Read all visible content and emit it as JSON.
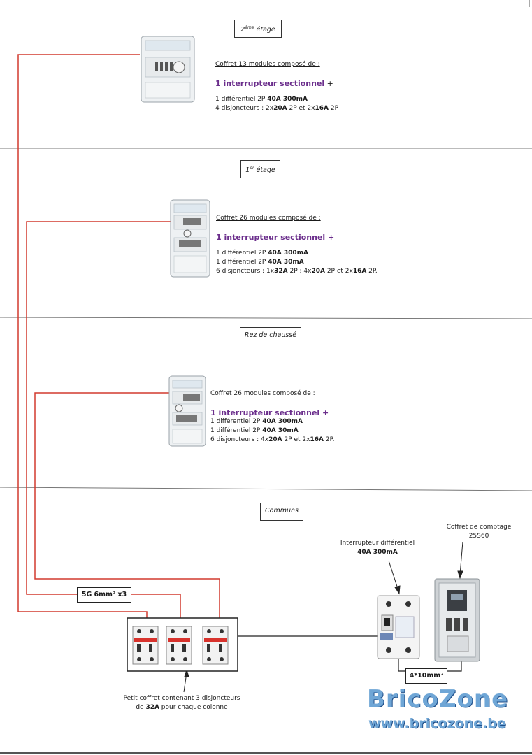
{
  "floors": [
    {
      "tag_main": "2",
      "tag_sup": "ème",
      "tag_rest": " étage",
      "title": "Coffret 13 modules composé de :",
      "main": "1 interrupteur sectionnel",
      "plus": " +",
      "line1": "1 différentiel 2P 40A 300mA",
      "line2": "4 disjoncteurs : 2x20A 2P et 2x16A 2P",
      "line3": ""
    },
    {
      "tag_main": "1",
      "tag_sup": "er",
      "tag_rest": " étage",
      "title": "Coffret 26 modules composé de :",
      "main": "1 interrupteur sectionnel +",
      "plus": "",
      "line1": "1 différentiel 2P 40A 300mA",
      "line2": "1 différentiel 2P 40A 30mA",
      "line3": "6 disjoncteurs : 1x32A 2P ; 4x20A 2P et 2x16A 2P."
    },
    {
      "tag_main": "Rez de chaussé",
      "tag_sup": "",
      "tag_rest": "",
      "title": "Coffret 26 modules composé de :",
      "main": "1 interrupteur sectionnel +",
      "plus": "",
      "line1": "1 différentiel 2P 40A 300mA",
      "line2": "1 différentiel 2P 40A 30mA",
      "line3": "6 disjoncteurs : 4x20A 2P et 2x16A 2P."
    }
  ],
  "communs": {
    "tag": "Communs",
    "cable_label": "5G 6mm² x3",
    "link_label": "4*10mm²",
    "breaker_caption_1": "Petit coffret contenant 3 disjoncteurs",
    "breaker_caption_2a": "de ",
    "breaker_caption_2b": "32A",
    "breaker_caption_2c": " pour chaque colonne",
    "diff_caption_1": "Interrupteur différentiel",
    "diff_caption_2": "40A 300mA",
    "meter_caption_1": "Coffret de comptage",
    "meter_caption_2": "25S60"
  },
  "brand": {
    "name": "BricoZone",
    "url": "www.bricozone.be"
  },
  "colors": {
    "wire": "#d23a2e",
    "main_text": "#6b2e8c",
    "brand": "#6fa6d6"
  }
}
